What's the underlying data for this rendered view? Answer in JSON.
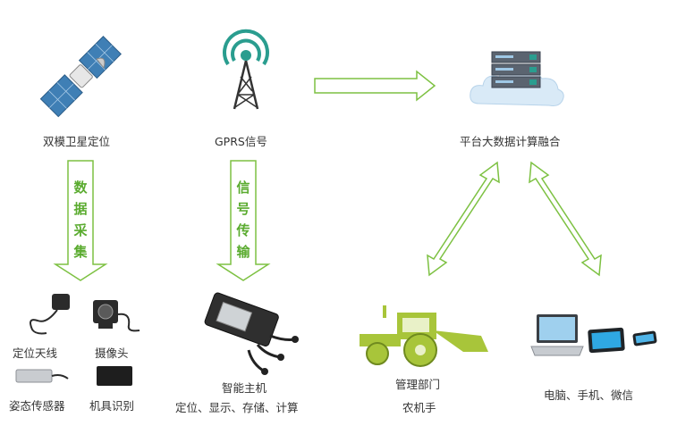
{
  "nodes": {
    "satellite_label": "双模卫星定位",
    "gprs_label": "GPRS信号",
    "platform_label": "平台大数据计算融合",
    "antenna_label": "定位天线",
    "camera_label": "摄像头",
    "attitude_label": "姿态传感器",
    "machine_id_label": "机具识别",
    "host_label": "智能主机",
    "host_sub_label": "定位、显示、存储、计算",
    "mgmt_label": "管理部门",
    "farmer_label": "农机手",
    "devices_label": "电脑、手机、微信"
  },
  "arrows": {
    "collect": [
      "数",
      "据",
      "采",
      "集"
    ],
    "transmit": [
      "信",
      "号",
      "传",
      "输"
    ]
  },
  "colors": {
    "arrow_green": "#7dc142",
    "text_green": "#5aab2f",
    "tractor": "#a8c53a",
    "teal": "#2a9d8f"
  }
}
